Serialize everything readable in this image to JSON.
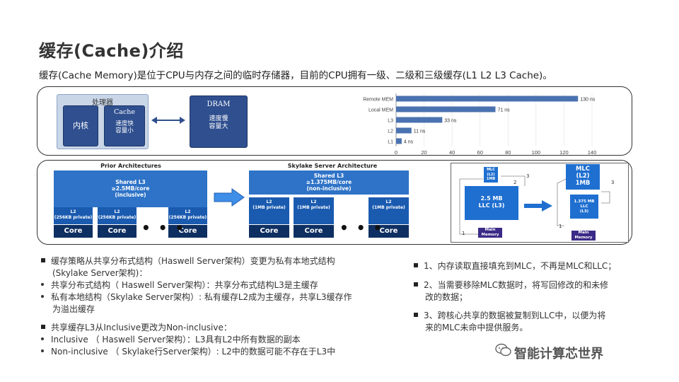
{
  "title": "缓存(Cache)介绍",
  "intro": "缓存(Cache Memory)是位于CPU与内存之间的临时存储器，目前的CPU拥有一级、二级和三级缓存(L1 L2 L3 Cache)。",
  "diagram": {
    "processor_label": "处理器",
    "core_label": "内核",
    "cache_title": "Cache",
    "cache_desc_line1": "速度快",
    "cache_desc_line2": "容量小",
    "dram_title": "DRAM",
    "dram_desc_line1": "速度慢",
    "dram_desc_line2": "容量大"
  },
  "chart_data": {
    "type": "bar",
    "orientation": "horizontal",
    "categories": [
      "Remote MEM",
      "Local MEM",
      "L3",
      "L2",
      "L1"
    ],
    "values": [
      130,
      71,
      33,
      11,
      4
    ],
    "data_labels": [
      "130 ns",
      "71 ns",
      "33 ns",
      "11 ns",
      "4 ns"
    ],
    "xticks": [
      "0",
      "20",
      "40",
      "60",
      "80",
      "100",
      "120",
      "140"
    ],
    "xlim": [
      0,
      140
    ],
    "bar_color": "#4a72b0"
  },
  "prior": {
    "heading": "Prior Architectures",
    "l3_line1": "Shared L3",
    "l3_line2": "≥2.5MB/core",
    "l3_line3": "(inclusive)",
    "l2_line1": "L2",
    "l2_line2": "(256KB private)",
    "core": "Core"
  },
  "skylake": {
    "heading": "Skylake Server Architecture",
    "l3_line1": "Shared L3",
    "l3_line2": "≥1.375MB/core",
    "l3_line3": "(non-inclusive)",
    "l2_line1": "L2",
    "l2_line2": "(1MB private)",
    "core": "Core"
  },
  "dots": "• • •",
  "right_diagram": {
    "mlc_small_1": "MLC",
    "mlc_small_2": "(L2)",
    "mlc_small_3": "1MB",
    "llc_left_1": "2.5 MB",
    "llc_left_2": "LLC (L3)",
    "mem_1": "Main",
    "mem_2": "Memory",
    "mlc_big_1": "MLC",
    "mlc_big_2": "(L2)",
    "mlc_big_3": "1MB",
    "llc_right_1": "1.375 MB",
    "llc_right_2": "LLC",
    "llc_right_3": "(L3)",
    "n1": "1",
    "n2": "2",
    "n3": "3"
  },
  "left_bullets": {
    "b1": "缓存策略从共享分布式结构（Haswell  Server架构）变更为私有本地式结构",
    "b1_cont": "(Skylake Server架构)：",
    "b2": "共享分布式结构（ Haswell  Server架构）：共享分布式结构L3是主缓存",
    "b3": "私有本地结构（Skylake Server架构）: 私有缓存L2成为主缓存，共享L3缓存作",
    "b3_cont": "为溢出缓存",
    "b4": "共享缓存L3从Inclusive更改为Non-inclusive：",
    "b5": "Inclusive （ Haswell  Server架构）：L3具有L2中所有数据的副本",
    "b6": "Non-inclusive （ Skylake行Server架构）: L2中的数据可能不存在于L3中"
  },
  "right_bullets": {
    "r1": "1、内存读取直接填充到MLC，不再是MLC和LLC；",
    "r2": "2、当需要移除MLC数据时，将写回修改的和未修",
    "r2_cont": "改的数据；",
    "r3": "3、跨核心共享的数据被复制到LLC中，以便为将",
    "r3_cont": "来的MLC未命中提供服务。"
  },
  "watermark": "智能计算芯世界"
}
